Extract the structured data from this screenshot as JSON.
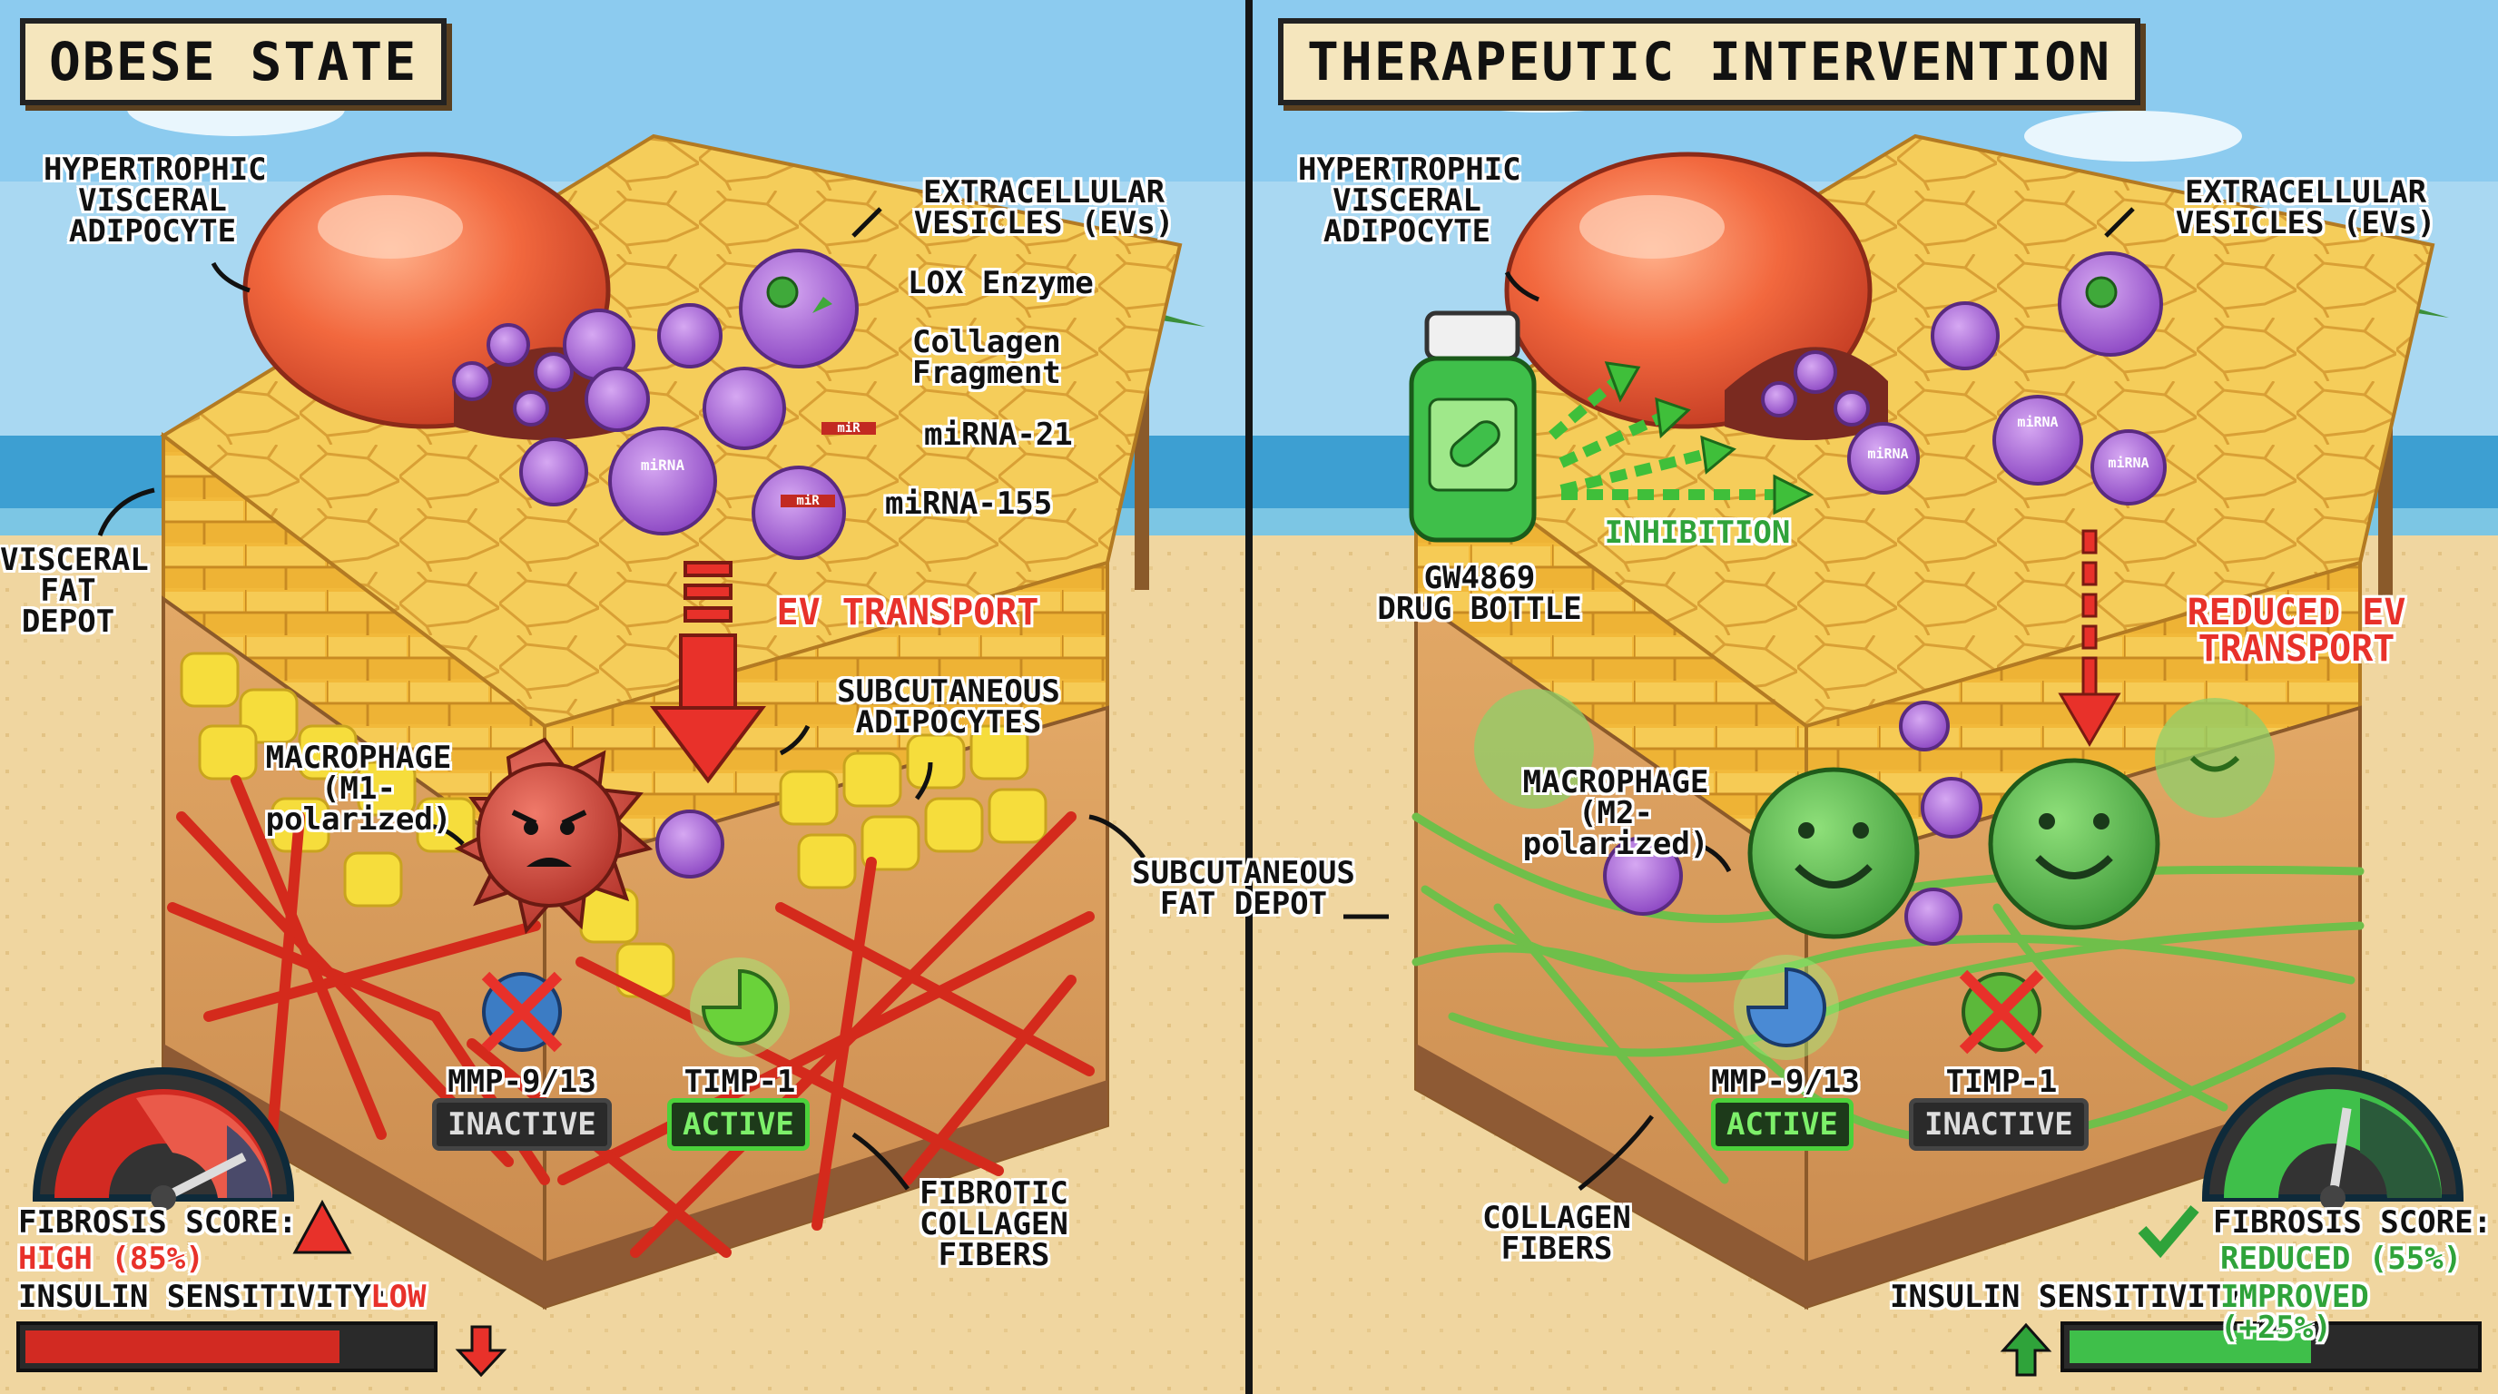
{
  "left_panel": {
    "title": "OBESE STATE",
    "labels": {
      "hypertrophic_adipocyte": "HYPERTROPHIC\nVISCERAL\nADIPOCYTE",
      "extracellular_vesicles": "EXTRACELLULAR\nVESICLES (EVs)",
      "lox_enzyme": "LOX Enzyme",
      "collagen_fragment": "Collagen\nFragment",
      "mirna_21": "miRNA-21",
      "mirna_155": "miRNA-155",
      "visceral_fat_depot": "VISCERAL\nFAT\nDEPOT",
      "ev_transport": "EV TRANSPORT",
      "subcutaneous_adipocytes": "SUBCUTANEOUS\nADIPOCYTES",
      "macrophage": "MACROPHAGE\n(M1-polarized)",
      "mmp": "MMP-9/13",
      "timp": "TIMP-1",
      "fibrotic_collagen": "FIBROTIC\nCOLLAGEN\nFIBERS"
    },
    "mmp_state": "INACTIVE",
    "timp_state": "ACTIVE",
    "vesicle_text": "miRNA",
    "chip_text": "miR",
    "fibrosis_label": "FIBROSIS SCORE:",
    "fibrosis_value": "HIGH (85%)",
    "fibrosis_level": 0.85,
    "insulin_label": "INSULIN SENSITIVITY:",
    "insulin_value": "LOW",
    "insulin_level": 0.78
  },
  "right_panel": {
    "title": "THERAPEUTIC INTERVENTION",
    "labels": {
      "hypertrophic_adipocyte": "HYPERTROPHIC\nVISCERAL\nADIPOCYTE",
      "extracellular_vesicles": "EXTRACELLULAR\nVESICLES (EVs)",
      "drug_bottle": "GW4869\nDRUG BOTTLE",
      "inhibition": "INHIBITION",
      "reduced_ev_transport": "REDUCED EV\nTRANSPORT",
      "macrophage": "MACROPHAGE\n(M2-polarized)",
      "mmp": "MMP-9/13",
      "timp": "TIMP-1",
      "collagen_fibers": "COLLAGEN\nFIBERS"
    },
    "mmp_state": "ACTIVE",
    "timp_state": "INACTIVE",
    "vesicle_text": "miRNA",
    "fibrosis_label": "FIBROSIS SCORE:",
    "fibrosis_value": "REDUCED (55%)",
    "fibrosis_level": 0.55,
    "insulin_label": "INSULIN SENSITIVITY:",
    "insulin_value": "IMPROVED (+25%)",
    "insulin_level": 0.6
  },
  "shared": {
    "subcutaneous_fat_depot": "SUBCUTANEOUS\nFAT DEPOT"
  },
  "colors": {
    "danger": "#e8312a",
    "improved": "#2fa33a",
    "vesicle": "#a05ad0",
    "fat_top": "#f4c348",
    "collagen_fibrotic": "#d42a1c",
    "collagen_healthy": "#6fbf4a"
  }
}
